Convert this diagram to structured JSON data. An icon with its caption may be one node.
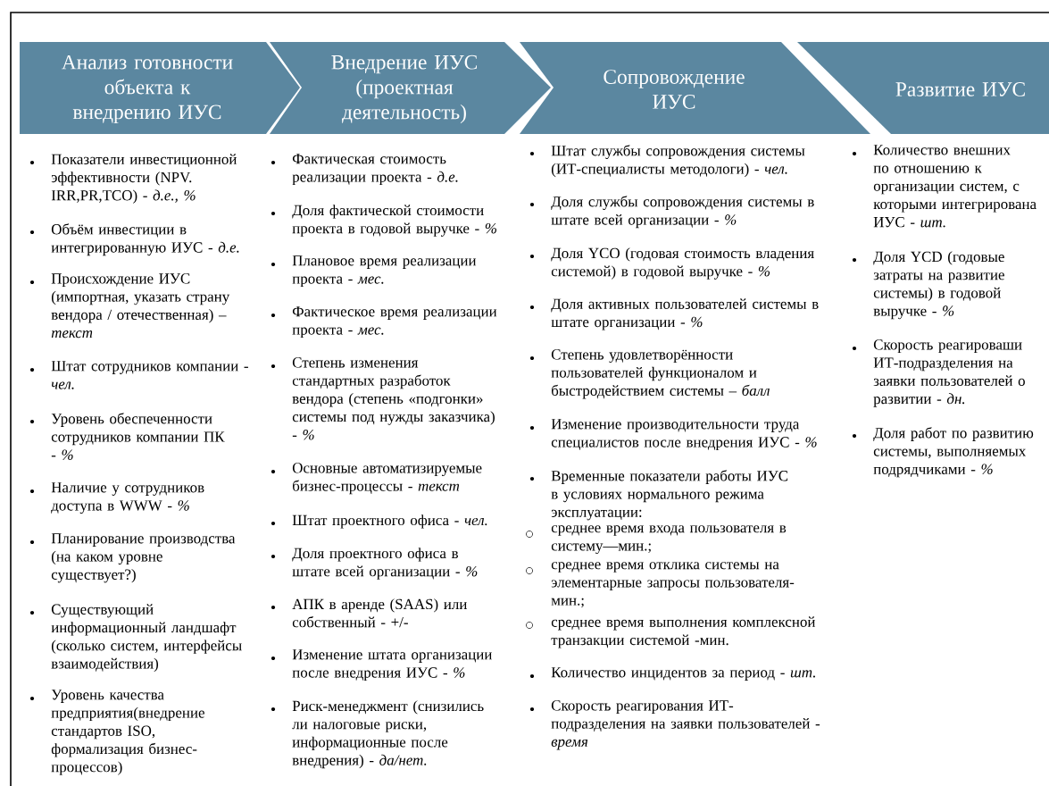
{
  "diagram": {
    "nodes": [
      {
        "text": [
          "Анализ готовности объекта к внедрению ИУС"
        ]
      },
      {
        "text": [
          "Внедрение ИУС (проектная деятельность)"
        ]
      },
      {
        "text": [
          "Сопровождение ИУС"
        ]
      },
      {
        "text": [
          "Развитие ИУС"
        ]
      }
    ],
    "labels": [
      "Показатели инвестиционной эффективности (NPV. IRR,PR,TCO) - *д.е., %*",
      "Объём инвестиции в интегрированную ИУС - *д.е.*",
      "Происхождение ИУС (импортная, указать страну вендора / отечественная) – *текст*",
      "Штат сотрудников компании - *чел.*",
      "Уровень обеспеченности сотрудников компании ПК - *%*",
      "Наличие у сотрудников доступа в WWW - *%*",
      "Планирование производства (на каком уровне существует?)",
      "Существующий информационный ландшафт (сколько систем, интерфейсы взаимодействия)",
      "Уровень качества предприятия(внедрение стандартов ISO, формализация бизнес-процессов)",
      "Фактическая стоимость реализации проекта - *д.е.*",
      "Доля фактической стоимости проекта в годовой выручке - *%*",
      "Плановое время реализации проекта - *мес.*",
      "Фактическое время реализации проекта - *мес.*",
      "Степень изменения стандартных разработок вендора (степень «подгонки» системы под нужды заказчика) - *%*",
      "Основные автоматизируемые бизнес-процессы - *текст*",
      "Штат проектного офиса - *чел.*",
      "Доля проектного офиса в штате всей организации - *%*",
      "АПК в аренде (SAAS) или собственный - +/-",
      "Изменение штата организации после внедрения ИУС - *%*",
      "Риск-менеджмент (снизились ли налоговые риски, информационные после внедрения) - *да/нет.*",
      "Штат службы сопровождения системы (ИТ-специалисты методологи) - *чел.*",
      "Доля службы сопровождения системы в штате всей организации - *%*",
      "Доля YCO (годовая стоимость владения системой) в годовой выручке - *%*",
      "Доля активных пользователей системы в штате организации - *%*",
      "Степень удовлетворённости пользователей функционалом и быстродействием системы – *балл*",
      "Изменение производительности труда специалистов после внедрения ИУС - *%*",
      "Временные показатели работы ИУС в условиях нормального режима эксплуатации:",
      "среднее время входа пользователя в систему—мин.;",
      "среднее время отклика системы на элементарные запросы пользователя-мин.;",
      "среднее время выполнения комплексной транзакции системой -мин.",
      "Количество инцидентов за период - *шт.*",
      "Скорость реагирования ИТ-подразделения на заявки пользователей - *время*",
      "Количество внешних по отношению к организации систем, с которыми интегрирована ИУС - *шт.*",
      "Доля YCD (годовые затраты на развитие системы) в годовой выручке - *%*",
      "Скорость реагироваши ИТ-подразделения на заявки пользователей о развитии - *дн.*",
      "Доля работ по развитию системы, выполняемых подрядчиками - *%*"
    ]
  }
}
